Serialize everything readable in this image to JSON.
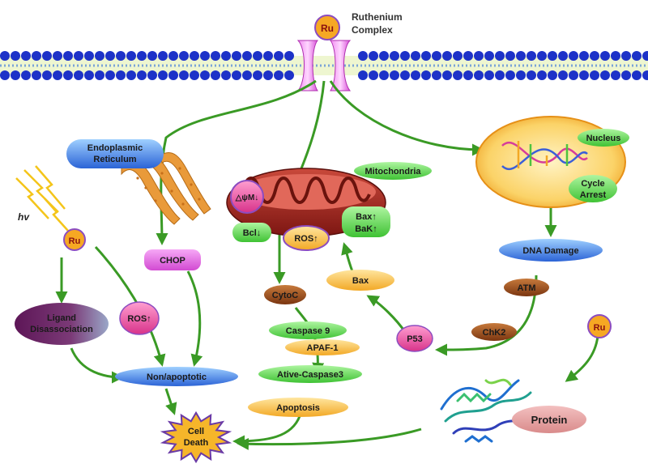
{
  "ruthenium": {
    "ru": "Ru",
    "line1": "Ruthenium",
    "line2": "Complex"
  },
  "light": {
    "hv": "hv",
    "ru": "Ru"
  },
  "protein_ru": "Ru",
  "er": {
    "line1": "Endoplasmic",
    "line2": "Reticulum"
  },
  "mito": {
    "label": "Mitochondria",
    "dpsi": "△ψM↓",
    "bcl": "Bcl↓",
    "ros": "ROS↑",
    "bax_up": "Bax↑",
    "bak_up": "BaK↑"
  },
  "nucleus": {
    "label": "Nucleus",
    "cycle1": "Cycle",
    "cycle2": "Arrest"
  },
  "nodes": {
    "chop": "CHOP",
    "dna_damage": "DNA Damage",
    "bax": "Bax",
    "atm": "ATM",
    "chk2": "ChK2",
    "p53": "P53",
    "cytoc": "CytoC",
    "caspase9": "Caspase 9",
    "apaf1": "APAF-1",
    "active_caspase3": "Ative-Caspase3",
    "apoptosis": "Apoptosis",
    "ligand1": "Ligand",
    "ligand2": "Disassociation",
    "ros_left": "ROS↑",
    "non_apoptotic": "Non/apoptotic",
    "cell1": "Cell",
    "cell2": "Death",
    "protein": "Protein"
  },
  "colors": {
    "membrane": "#1d32c8",
    "arrow": "#3a9a25",
    "green_label": "#57d94a",
    "orange": "#f4b335",
    "blue_pill": "#3d7be0",
    "pink": "#e94fa0"
  }
}
